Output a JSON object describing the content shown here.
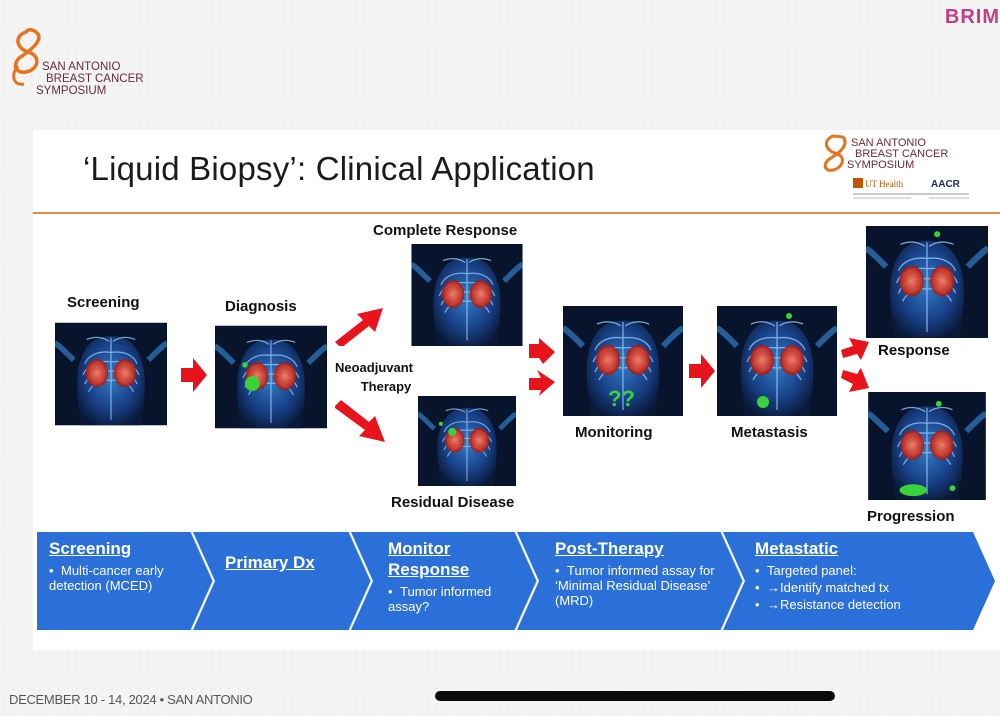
{
  "header": {
    "logo_lines": [
      "SAN ANTONIO",
      "BREAST CANCER",
      "SYMPOSIUM"
    ],
    "corner_text": "BRIM"
  },
  "slide": {
    "title": "‘Liquid Biopsy’: Clinical Application",
    "logo_lines": [
      "SAN ANTONIO",
      "BREAST CANCER",
      "SYMPOSIUM"
    ],
    "partner_logos": [
      "UT Health",
      "AACR"
    ]
  },
  "flow": {
    "screening": "Screening",
    "diagnosis": "Diagnosis",
    "complete_response": "Complete Response",
    "residual_disease": "Residual Disease",
    "neoadjuvant": "Neoadjuvant",
    "therapy": "Therapy",
    "monitoring": "Monitoring",
    "metastasis": "Metastasis",
    "response": "Response",
    "progression": "Progression",
    "unknown_marker": "??"
  },
  "panels": [
    {
      "heading": "Screening",
      "bullets": [
        "Multi-cancer early detection (MCED)"
      ]
    },
    {
      "heading": "Primary Dx",
      "bullets": []
    },
    {
      "heading": "Monitor Response",
      "bullets": [
        "Tumor informed assay?"
      ]
    },
    {
      "heading": "Post-Therapy",
      "bullets": [
        "Tumor informed assay for ‘Minimal Residual Disease’ (MRD)"
      ]
    },
    {
      "heading": "Metastatic",
      "bullets": [
        "Targeted panel:",
        "→Identify matched tx",
        "→Resistance detection"
      ]
    }
  ],
  "footer": {
    "text": "DECEMBER 10 - 14, 2024 • SAN ANTONIO"
  },
  "colors": {
    "accent_orange": "#e8893f",
    "chevron_blue": "#2b6fd8",
    "arrow_red": "#e8141b",
    "tumor_green": "#39d23a",
    "brand_pink": "#c03f86"
  }
}
